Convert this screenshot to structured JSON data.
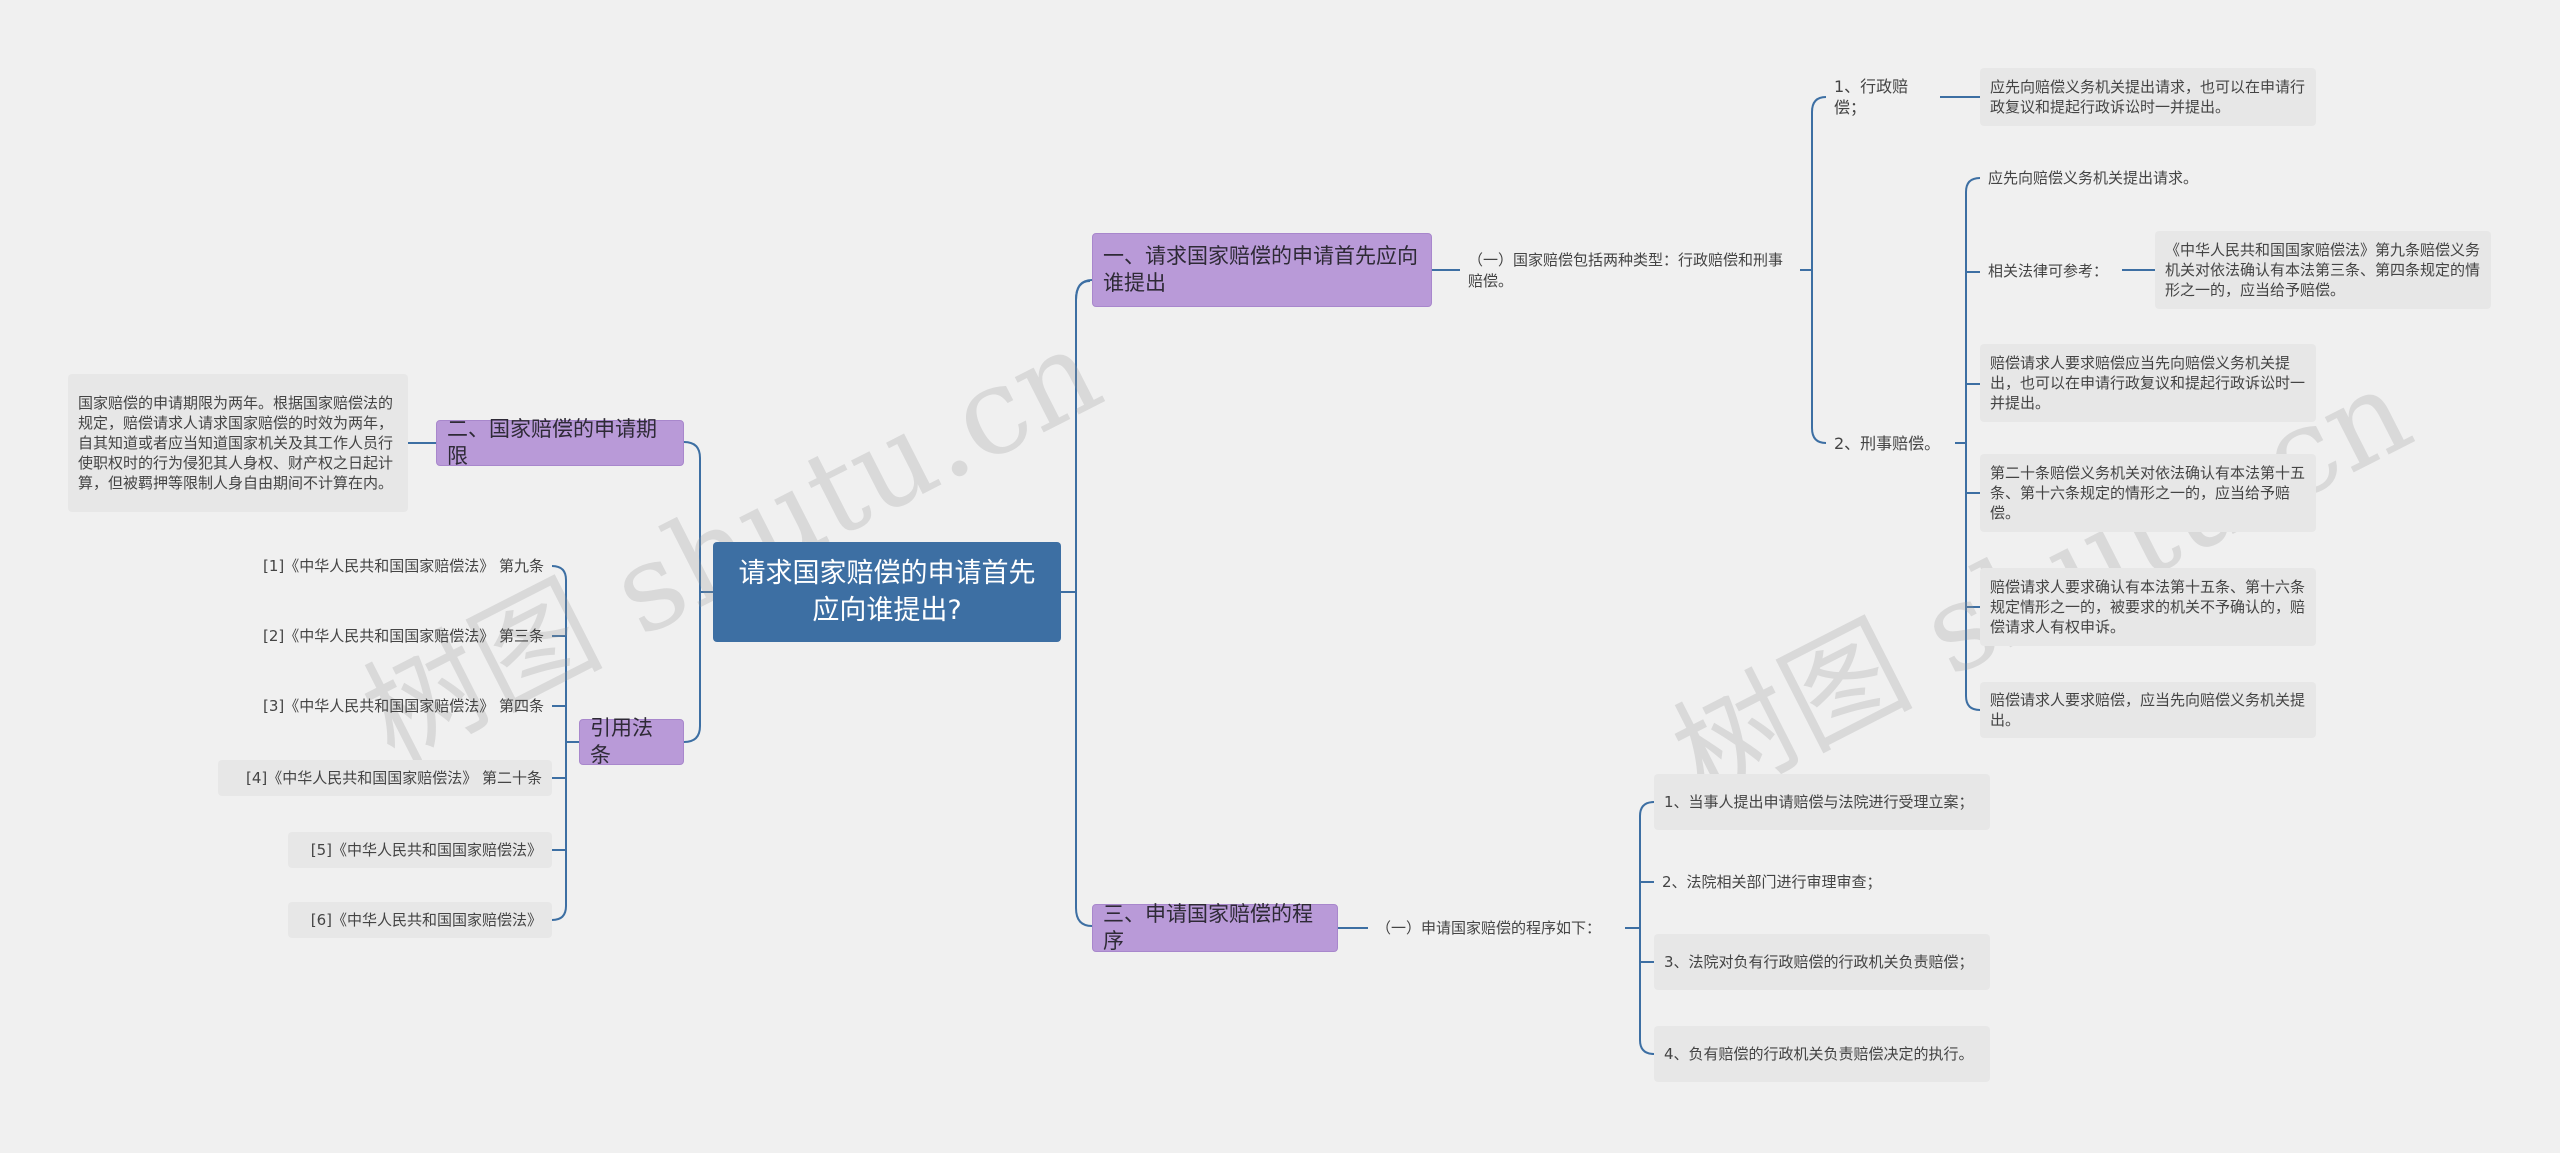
{
  "root": "请求国家赔偿的申请首先应向谁提出?",
  "branch1": {
    "label": "一、请求国家赔偿的申请首先应向谁提出",
    "sub": "（一）国家赔偿包括两种类型：行政赔偿和刑事赔偿。",
    "admin": {
      "label": "1、行政赔偿；",
      "detail": "应先向赔偿义务机关提出请求，也可以在申请行政复议和提起行政诉讼时一并提出。"
    },
    "criminal": {
      "label": "2、刑事赔偿。",
      "item1": "应先向赔偿义务机关提出请求。",
      "ref_label": "相关法律可参考：",
      "ref_text": "《中华人民共和国国家赔偿法》第九条赔偿义务机关对依法确认有本法第三条、第四条规定的情形之一的，应当给予赔偿。",
      "item3": "赔偿请求人要求赔偿应当先向赔偿义务机关提出，也可以在申请行政复议和提起行政诉讼时一并提出。",
      "item4": "第二十条赔偿义务机关对依法确认有本法第十五条、第十六条规定的情形之一的，应当给予赔偿。",
      "item5": "赔偿请求人要求确认有本法第十五条、第十六条规定情形之一的，被要求的机关不予确认的，赔偿请求人有权申诉。",
      "item6": "赔偿请求人要求赔偿，应当先向赔偿义务机关提出。"
    }
  },
  "branch2": {
    "label": "二、国家赔偿的申请期限",
    "detail": "国家赔偿的申请期限为两年。根据国家赔偿法的规定，赔偿请求人请求国家赔偿的时效为两年，自其知道或者应当知道国家机关及其工作人员行使职权时的行为侵犯其人身权、财产权之日起计算，但被羁押等限制人身自由期间不计算在内。"
  },
  "branch3": {
    "label": "三、申请国家赔偿的程序",
    "sub": "（一）申请国家赔偿的程序如下：",
    "steps": [
      "1、当事人提出申请赔偿与法院进行受理立案；",
      "2、法院相关部门进行审理审查；",
      "3、法院对负有行政赔偿的行政机关负责赔偿；",
      "4、负有赔偿的行政机关负责赔偿决定的执行。"
    ]
  },
  "laws": {
    "label": "引用法条",
    "items": [
      "[1]《中华人民共和国国家赔偿法》 第九条",
      "[2]《中华人民共和国国家赔偿法》 第三条",
      "[3]《中华人民共和国国家赔偿法》 第四条",
      "[4]《中华人民共和国国家赔偿法》 第二十条",
      "[5]《中华人民共和国国家赔偿法》",
      "[6]《中华人民共和国国家赔偿法》"
    ]
  },
  "watermark": "树图 shutu.cn",
  "colors": {
    "root": "#3d6fa3",
    "branch": "#b99ad8",
    "leaf": "#e7e7e7",
    "line": "#3d6fa3",
    "background": "#f0f0f0"
  }
}
